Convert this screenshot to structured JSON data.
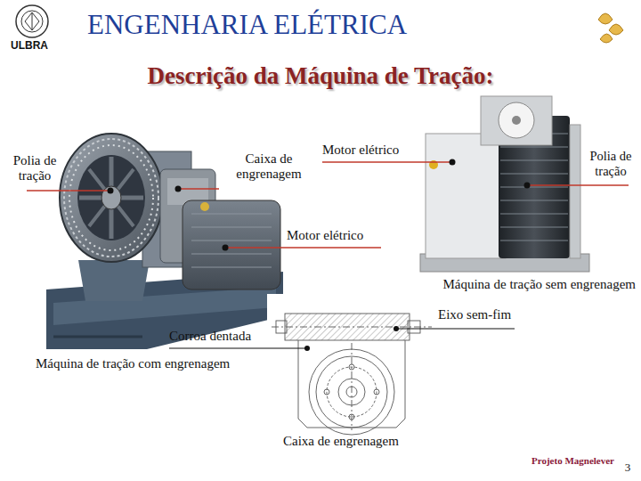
{
  "diagram": {
    "title": "Descrição da Máquina de Tração:",
    "labels": [
      "ENGENHARIA ELÉTRICA",
      "ULBRA",
      "Polia de tração",
      "Caixa de engrenagem",
      "Motor elétrico",
      "Polia de tração",
      "Motor elétrico",
      "Máquina de tração sem engrenagem",
      "Eixo sem-fim",
      "Corroa dentada",
      "Máquina de tração com engrenagem",
      "Caixa de engrenagem",
      "Projeto Magnelever",
      "3"
    ]
  }
}
